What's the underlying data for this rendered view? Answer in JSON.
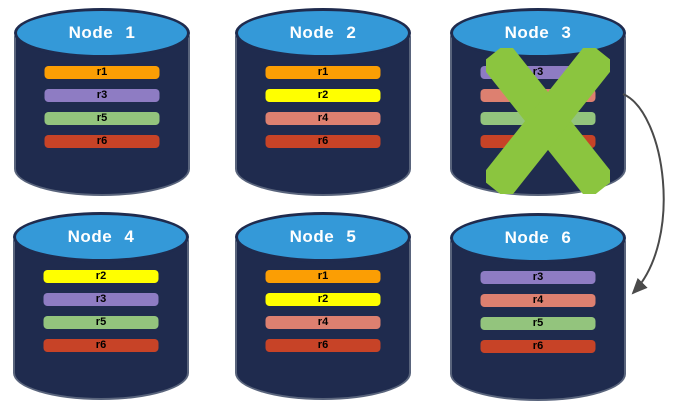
{
  "diagram": {
    "background": "#ffffff",
    "colors": {
      "cylinder_body": "#1F2B4E",
      "cylinder_top": "#3499D8",
      "node_label_text": "#ffffff",
      "replica_label_text": "#000000",
      "failure_x": "#8BC53F",
      "arrow": "#4A4A4A"
    },
    "annotations": {
      "failed_node": "Node 3",
      "arrow_from": "Node 3",
      "arrow_to": "Node 6"
    }
  },
  "nodes": [
    {
      "label": "Node 1",
      "failed": false,
      "replicas": [
        {
          "label": "r1",
          "color": "#FB9E04"
        },
        {
          "label": "r3",
          "color": "#8E7CC3"
        },
        {
          "label": "r5",
          "color": "#93C47D"
        },
        {
          "label": "r6",
          "color": "#C74327"
        }
      ]
    },
    {
      "label": "Node 2",
      "failed": false,
      "replicas": [
        {
          "label": "r1",
          "color": "#FB9E04"
        },
        {
          "label": "r2",
          "color": "#FFFF00"
        },
        {
          "label": "r4",
          "color": "#DD8070"
        },
        {
          "label": "r6",
          "color": "#C74327"
        }
      ]
    },
    {
      "label": "Node 3",
      "failed": true,
      "replicas": [
        {
          "label": "r3",
          "color": "#8E7CC3"
        },
        {
          "label": "r4",
          "color": "#DD8070"
        },
        {
          "label": "r5",
          "color": "#93C47D"
        },
        {
          "label": "r6",
          "color": "#C74327"
        }
      ]
    },
    {
      "label": "Node 4",
      "failed": false,
      "replicas": [
        {
          "label": "r2",
          "color": "#FFFF00"
        },
        {
          "label": "r3",
          "color": "#8E7CC3"
        },
        {
          "label": "r5",
          "color": "#93C47D"
        },
        {
          "label": "r6",
          "color": "#C74327"
        }
      ]
    },
    {
      "label": "Node 5",
      "failed": false,
      "replicas": [
        {
          "label": "r1",
          "color": "#FB9E04"
        },
        {
          "label": "r2",
          "color": "#FFFF00"
        },
        {
          "label": "r4",
          "color": "#DD8070"
        },
        {
          "label": "r6",
          "color": "#C74327"
        }
      ]
    },
    {
      "label": "Node 6",
      "failed": false,
      "replicas": [
        {
          "label": "r3",
          "color": "#8E7CC3"
        },
        {
          "label": "r4",
          "color": "#DD8070"
        },
        {
          "label": "r5",
          "color": "#93C47D"
        },
        {
          "label": "r6",
          "color": "#C74327"
        }
      ]
    }
  ]
}
